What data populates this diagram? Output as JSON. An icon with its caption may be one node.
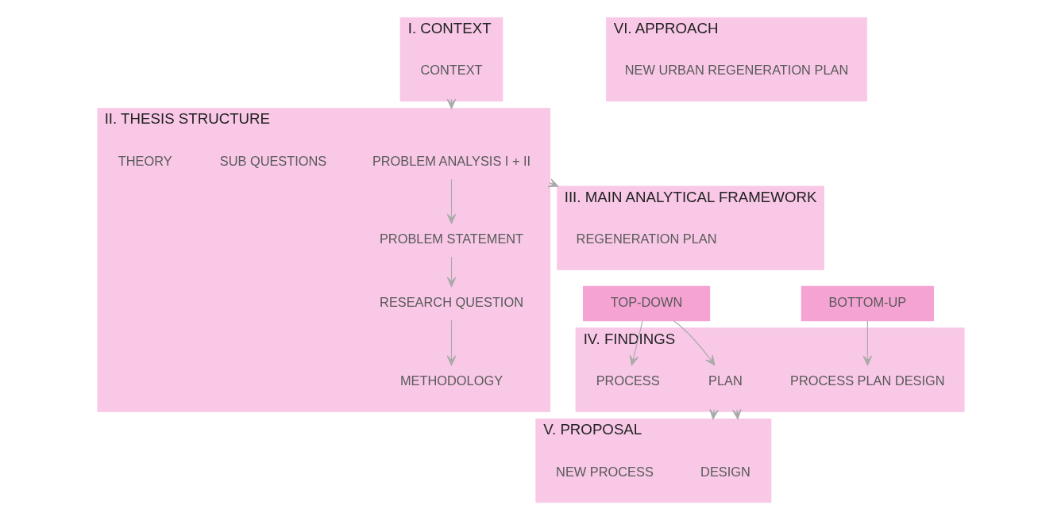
{
  "diagram": {
    "nodes": [
      {
        "text": [
          "I. CONTEXT"
        ]
      },
      {
        "text": [
          "CONTEXT"
        ],
        "in": 0
      },
      {
        "text": [
          "II. THESIS STRUCTURE"
        ]
      },
      {
        "text": [
          "PROBLEM ANALYSIS I + II"
        ],
        "in": 2
      },
      {
        "text": [
          "PROBLEM STATEMENT"
        ],
        "in": 2
      },
      {
        "text": [
          "RESEARCH QUESTION"
        ],
        "in": 2
      },
      {
        "text": [
          "SUB QUESTIONS"
        ],
        "in": 2
      },
      {
        "text": [
          "METHODOLOGY"
        ],
        "in": 2
      },
      {
        "text": [
          "THEORY"
        ],
        "in": 2
      },
      {
        "text": [
          "III. MAIN ANALYTICAL FRAMEWORK"
        ]
      },
      {
        "text": [
          "REGENERATION PLAN"
        ],
        "in": 9
      },
      {
        "text": [
          "TOP-DOWN"
        ]
      },
      {
        "text": [
          "BOTTOM-UP"
        ]
      },
      {
        "text": [
          "IV. FINDINGS"
        ]
      },
      {
        "text": [
          "PLAN"
        ],
        "in": 13
      },
      {
        "text": [
          "PROCESS"
        ],
        "in": 13
      },
      {
        "text": [
          "PROCESS PLAN DESIGN"
        ],
        "in": 13
      },
      {
        "text": [
          "V. PROPOSAL"
        ]
      },
      {
        "text": [
          "DESIGN"
        ],
        "in": 17
      },
      {
        "text": [
          "NEW PROCESS"
        ],
        "in": 17
      },
      {
        "text": [
          "VI. APPROACH"
        ]
      },
      {
        "text": [
          "NEW URBAN REGENERATION PLAN"
        ],
        "in": 20
      }
    ],
    "edges": [
      {
        "from": 0,
        "to": 2,
        "arrow": "to"
      },
      {
        "from": 3,
        "to": 4,
        "arrow": "to"
      },
      {
        "from": 4,
        "to": 5,
        "arrow": "to"
      },
      {
        "from": 5,
        "to": 7,
        "arrow": "to"
      },
      {
        "from": 2,
        "to": 9,
        "arrow": "to"
      },
      {
        "from": 11,
        "to": 14,
        "arrow": "to"
      },
      {
        "from": 11,
        "to": 15,
        "arrow": "to"
      },
      {
        "from": 12,
        "to": 16,
        "arrow": "to"
      },
      {
        "from": 13,
        "to": 17,
        "arrow": "to"
      },
      {
        "from": 13,
        "to": 17,
        "arrow": "to"
      }
    ]
  }
}
